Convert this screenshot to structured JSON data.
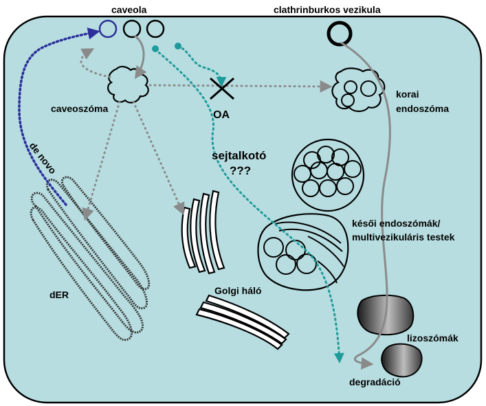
{
  "labels": {
    "caveola": "caveola",
    "clathrin_vesicle": "clathrinburkos vezikula",
    "caveosome": "caveoszóma",
    "oa": "OA",
    "early_endosome_1": "korai",
    "early_endosome_2": "endoszóma",
    "organelle": "sejtalkotó",
    "organelle_q": "???",
    "de_novo": "de novo",
    "late_endosome_1": "késői endoszómák/",
    "late_endosome_2": "multivezikuláris testek",
    "der": "dER",
    "golgi": "Golgi háló",
    "lysosomes": "lizoszómák",
    "degradation": "degradáció"
  },
  "colors": {
    "cell_fill": "#b7dde0",
    "teal_path": "#1f9a9a",
    "navy_path": "#2a2f9a",
    "gray_path": "#8a8a8a",
    "outline": "#000000"
  }
}
